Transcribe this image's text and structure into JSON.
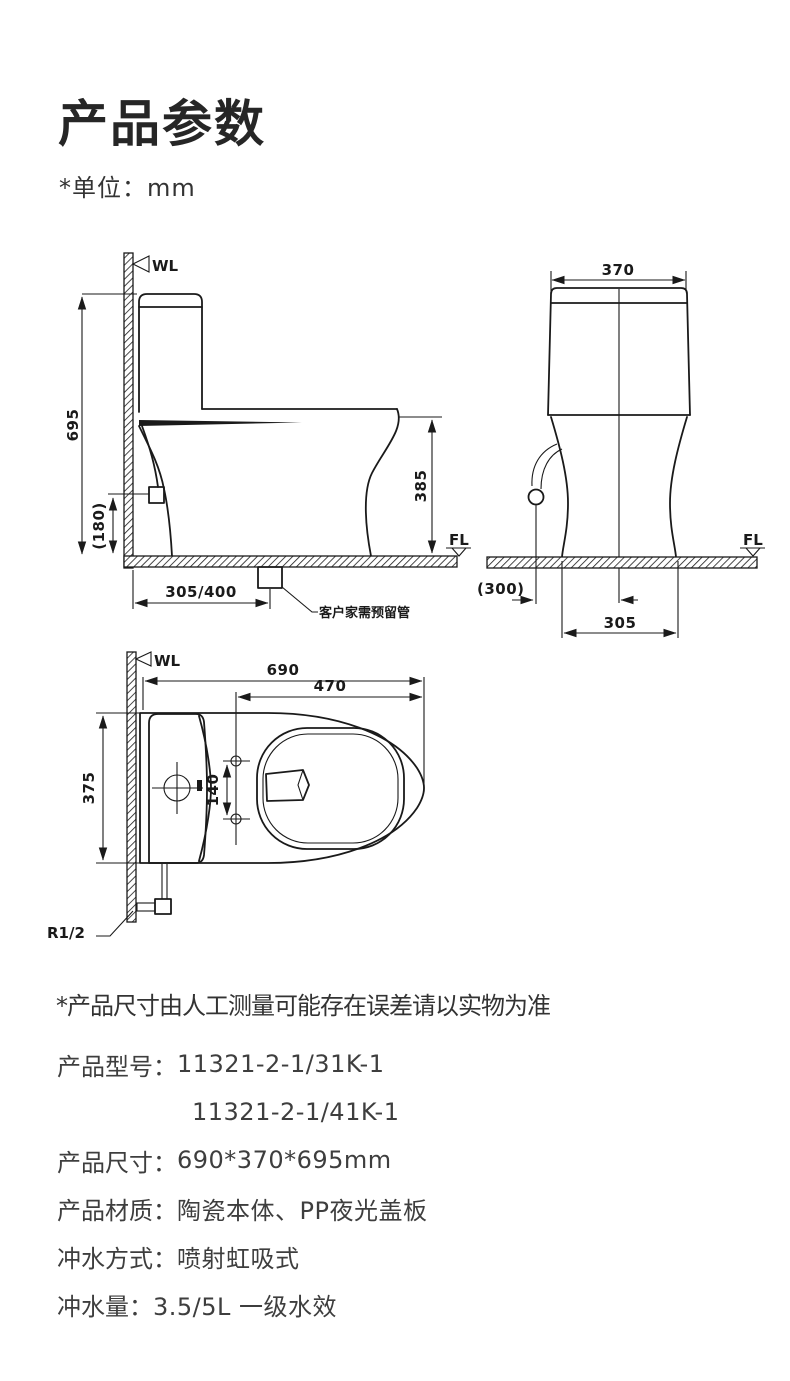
{
  "page": {
    "title": "产品参数",
    "unit_note": "*单位：mm"
  },
  "colors": {
    "drawing_line": "#1a1a1a",
    "body_text": "#3e3e3e",
    "title_text": "#262626"
  },
  "drawings": {
    "side": {
      "wl": "WL",
      "fl": "FL",
      "dim_total_height": "695",
      "dim_inlet_height": "(180)",
      "dim_seat_height": "385",
      "dim_rough_in": "305/400",
      "pipe_note": "客户家需预留管"
    },
    "front": {
      "fl": "FL",
      "dim_tank_width": "370",
      "dim_supply_offset": "(300)",
      "dim_base_width": "305"
    },
    "top": {
      "wl": "WL",
      "dim_total_depth": "690",
      "dim_bowl_depth": "470",
      "dim_width": "375",
      "dim_bolt_spacing": "140",
      "thread_spec": "R1/2"
    }
  },
  "specs": {
    "disclaimer": "*产品尺寸由人工测量可能存在误差请以实物为准",
    "rows": [
      {
        "label": "产品型号：",
        "value": "11321-2-1/31K-1"
      },
      {
        "label": "",
        "value": "11321-2-1/41K-1"
      },
      {
        "label": "产品尺寸：",
        "value": "690*370*695mm"
      },
      {
        "label": "产品材质：",
        "value": "陶瓷本体、PP夜光盖板"
      },
      {
        "label": "冲水方式：",
        "value": "喷射虹吸式"
      },
      {
        "label": "冲水量：",
        "value": "3.5/5L 一级水效"
      }
    ]
  }
}
